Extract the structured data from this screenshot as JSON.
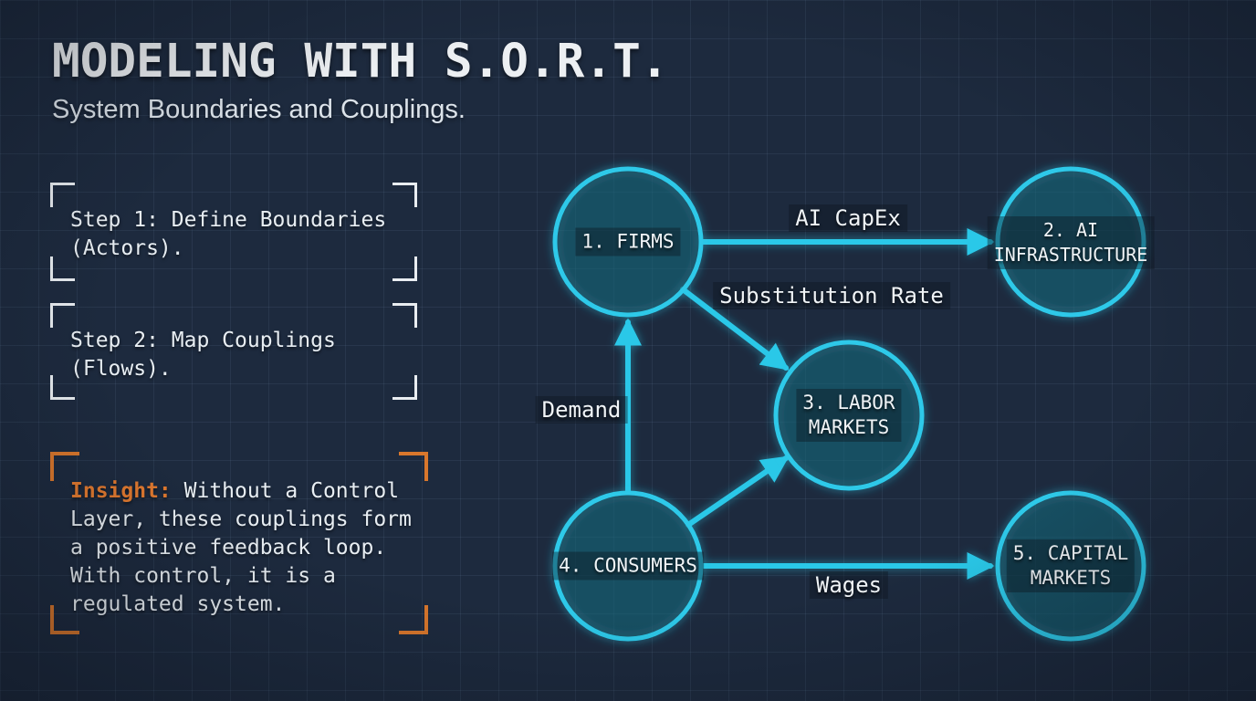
{
  "title": "MODELING WITH S.O.R.T.",
  "subtitle": "System Boundaries and Couplings.",
  "steps": [
    {
      "text": "Step 1: Define Boundaries (Actors)."
    },
    {
      "text": "Step 2: Map Couplings (Flows)."
    }
  ],
  "insight": {
    "label": "Insight:",
    "text": "Without a Control Layer, these couplings form a positive feedback loop. With control, it is a regulated system."
  },
  "diagram": {
    "nodes": [
      {
        "id": "firms",
        "label": "1. FIRMS"
      },
      {
        "id": "ai-infrastructure",
        "label": "2. AI\nINFRASTRUCTURE"
      },
      {
        "id": "labor-markets",
        "label": "3. LABOR\nMARKETS"
      },
      {
        "id": "consumers",
        "label": "4. CONSUMERS"
      },
      {
        "id": "capital-markets",
        "label": "5. CAPITAL\nMARKETS"
      }
    ],
    "edges": [
      {
        "from": "firms",
        "to": "ai-infrastructure",
        "label": "AI CapEx"
      },
      {
        "from": "firms",
        "to": "labor-markets",
        "label": "Substitution Rate"
      },
      {
        "from": "consumers",
        "to": "firms",
        "label": "Demand"
      },
      {
        "from": "consumers",
        "to": "labor-markets",
        "label": ""
      },
      {
        "from": "consumers",
        "to": "capital-markets",
        "label": "Wages"
      }
    ]
  },
  "colors": {
    "background": "#1d2a3e",
    "accent_cyan": "#2cc8e8",
    "accent_orange": "#d9772c",
    "text": "#eceff2"
  }
}
